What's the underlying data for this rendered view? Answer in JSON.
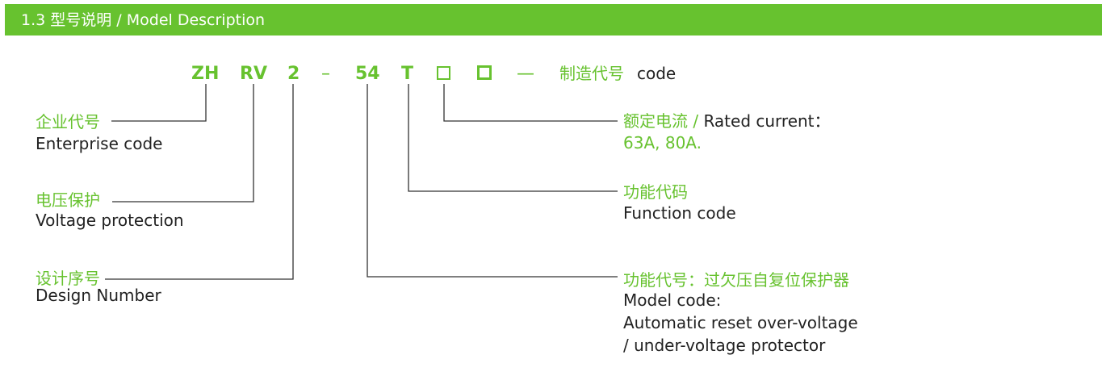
{
  "header": {
    "title": "1.3 型号说明 / Model Description"
  },
  "model_code": {
    "segments": [
      "ZH",
      "RV",
      "2",
      "54",
      "T"
    ],
    "separator": "–",
    "trailing_dash": "—",
    "manufacturer_code_label": {
      "zh": "制造代号",
      "en": "code"
    }
  },
  "callouts": {
    "enterprise_code": {
      "zh": "企业代号",
      "en": "Enterprise code"
    },
    "voltage_protection": {
      "zh": "电压保护",
      "en": "Voltage protection"
    },
    "design_number": {
      "zh": "设计序号",
      "en": "Design Number"
    },
    "rated_current": {
      "zh": "额定电流 / ",
      "en": "Rated current：",
      "values": "63A, 80A."
    },
    "function_code": {
      "zh": "功能代码",
      "en": "Function code"
    },
    "model_code_desc": {
      "zh": "功能代号：过欠压自复位保护器",
      "en_lines": [
        "Model code:",
        "Automatic reset over-voltage",
        "/ under-voltage protector"
      ]
    }
  },
  "colors": {
    "accent": "#67c22f",
    "text": "#222222",
    "line": "#333333"
  }
}
